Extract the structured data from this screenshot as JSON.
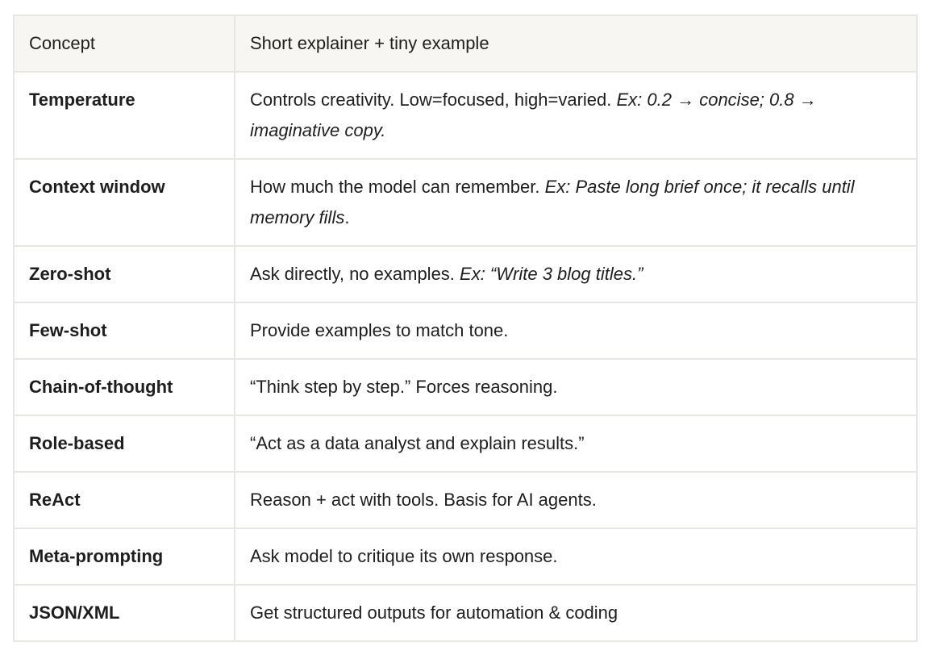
{
  "table": {
    "columns": [
      {
        "label": "Concept"
      },
      {
        "label": "Short explainer + tiny example"
      }
    ],
    "rows": [
      {
        "concept": "Temperature",
        "parts": [
          {
            "text": "Controls creativity. Low=focused, high=varied. ",
            "italic": false
          },
          {
            "text": "Ex: 0.2 → concise; 0.8 → imaginative copy.",
            "italic": true
          }
        ]
      },
      {
        "concept": "Context window",
        "parts": [
          {
            "text": "How much the model can remember. ",
            "italic": false
          },
          {
            "text": "Ex: Paste long brief once; it recalls until memory fills",
            "italic": true
          },
          {
            "text": ".",
            "italic": false
          }
        ]
      },
      {
        "concept": "Zero-shot",
        "parts": [
          {
            "text": "Ask directly, no examples. ",
            "italic": false
          },
          {
            "text": "Ex: “Write 3 blog titles.”",
            "italic": true
          }
        ]
      },
      {
        "concept": "Few-shot",
        "parts": [
          {
            "text": "Provide examples to match tone.",
            "italic": false
          }
        ]
      },
      {
        "concept": "Chain-of-thought",
        "parts": [
          {
            "text": "“Think step by step.” Forces reasoning.",
            "italic": false
          }
        ]
      },
      {
        "concept": "Role-based",
        "parts": [
          {
            "text": "“Act as a data analyst and explain results.”",
            "italic": false
          }
        ]
      },
      {
        "concept": "ReAct",
        "parts": [
          {
            "text": "Reason + act with tools. Basis for AI agents.",
            "italic": false
          }
        ]
      },
      {
        "concept": "Meta-prompting",
        "parts": [
          {
            "text": "Ask model to critique its own response.",
            "italic": false
          }
        ]
      },
      {
        "concept": "JSON/XML",
        "parts": [
          {
            "text": "Get structured outputs for automation & coding",
            "italic": false
          }
        ]
      }
    ]
  },
  "colors": {
    "header_bg": "#f7f6f2",
    "border": "#e7e6e3",
    "text": "#1e1e1e",
    "background": "#ffffff"
  }
}
